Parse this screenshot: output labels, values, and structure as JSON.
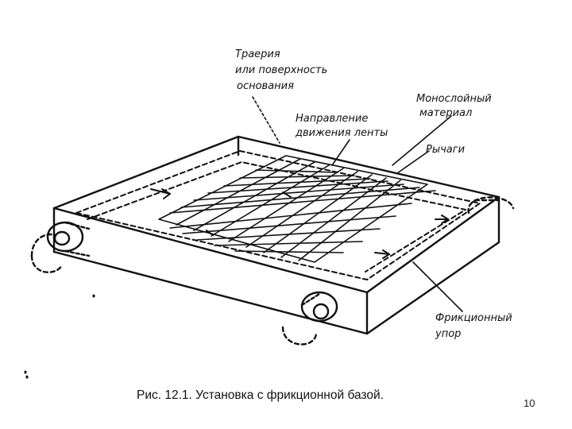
{
  "slide": {
    "caption": "Рис. 12.1. Установка с фрикционной базой.",
    "page_number": "10"
  },
  "labels": {
    "gravity_line1": "Траерия",
    "gravity_line2": "или поверхность",
    "gravity_line3": "основания",
    "monolayer_line1": "Монослойный",
    "monolayer_line2": "материал",
    "constraint_line1": "Направление",
    "constraint_line2": "движения ленты",
    "frame": "Рычаги",
    "friction_line1": "Фрикционный",
    "friction_line2": "упор"
  },
  "colors": {
    "ink": "#111111",
    "background": "#ffffff"
  }
}
